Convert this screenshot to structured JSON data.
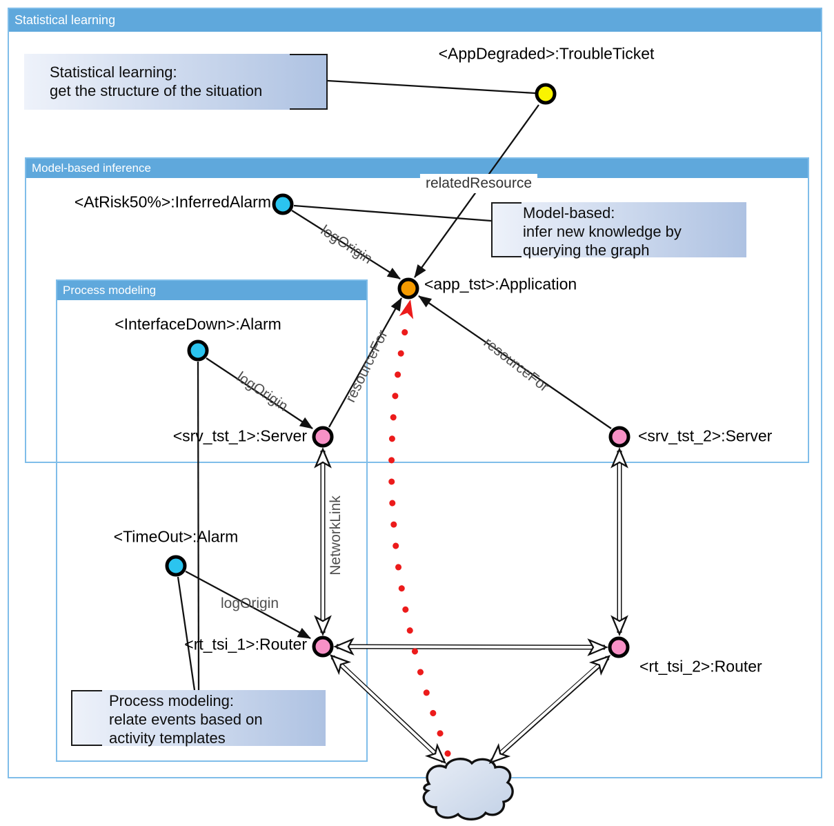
{
  "frames": {
    "outer": {
      "title": "Statistical learning"
    },
    "model": {
      "title": "Model-based inference"
    },
    "process": {
      "title": "Process modeling"
    }
  },
  "callouts": {
    "statistical": {
      "line1": "Statistical learning:",
      "line2": "get the structure of the situation"
    },
    "model": {
      "line1": "Model-based:",
      "line2": "infer new knowledge by",
      "line3": "querying the graph"
    },
    "process": {
      "line1": "Process modeling:",
      "line2": "relate events based on",
      "line3": "activity templates"
    }
  },
  "nodes": {
    "trouble_ticket": {
      "label": "<AppDegraded>:TroubleTicket",
      "color": "#faf400"
    },
    "inferred_alarm": {
      "label": "<AtRisk50%>:InferredAlarm",
      "color": "#2bc4ef"
    },
    "interface_down": {
      "label": "<InterfaceDown>:Alarm",
      "color": "#2bc4ef"
    },
    "timeout": {
      "label": "<TimeOut>:Alarm",
      "color": "#2bc4ef"
    },
    "application": {
      "label": "<app_tst>:Application",
      "color": "#f59a00"
    },
    "server1": {
      "label": "<srv_tst_1>:Server",
      "color": "#f791c6"
    },
    "server2": {
      "label": "<srv_tst_2>:Server",
      "color": "#f791c6"
    },
    "router1": {
      "label": "<rt_tsi_1>:Router",
      "color": "#f791c6"
    },
    "router2": {
      "label": "<rt_tsi_2>:Router",
      "color": "#f791c6"
    }
  },
  "edge_labels": {
    "related_resource": "relatedResource",
    "log_origin_inferred": "logOrigin",
    "log_origin_interface": "logOrigin",
    "log_origin_timeout": "logOrigin",
    "resource_for_left": "resourceFor",
    "resource_for_right": "resourceFor",
    "network_link": "NetworkLink"
  },
  "colors": {
    "header_blue": "#5fa8dc",
    "frame_border": "#7fbde9",
    "callout_gradient_start": "#eef2fa",
    "callout_gradient_end": "#aec2e2",
    "red_accent": "#ec1b1b",
    "cloud_fill_start": "#e8edf6",
    "cloud_fill_end": "#c2d1e6",
    "edge_black": "#111111"
  }
}
